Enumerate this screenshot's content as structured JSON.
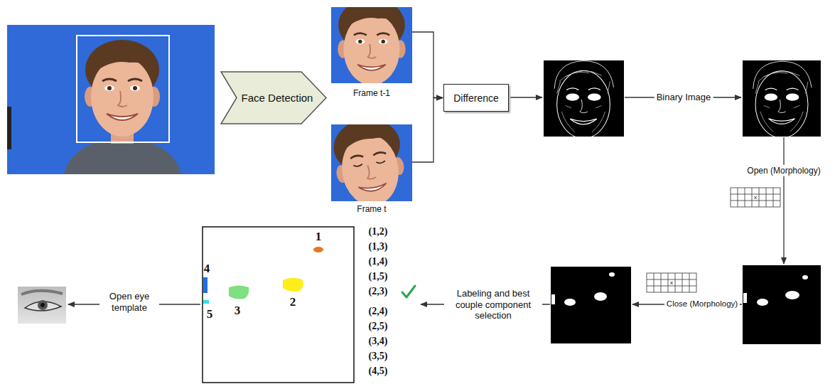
{
  "diagram": {
    "nodes": [
      {
        "text": [
          "Face Detection"
        ]
      },
      {
        "text": [
          "Frame t-1"
        ]
      },
      {
        "text": [
          "Frame t"
        ]
      },
      {
        "text": [
          "Difference"
        ]
      }
    ],
    "edges": [
      {
        "from": 1,
        "to": 3,
        "arrow": "to"
      },
      {
        "from": 2,
        "to": 3,
        "arrow": "to"
      }
    ],
    "labels": [
      "Binary Image",
      "Open (Morphology)",
      "x",
      "x",
      "Close (Morphology)",
      "Labeling and best couple component selection",
      "1",
      "4",
      "3",
      "2",
      "5",
      "(1,2)",
      "(1,3)",
      "(1,4)",
      "(1,5)",
      "(2,3)",
      "(2,4)",
      "(2,5)",
      "(3,4)",
      "(3,5)",
      "(4,5)",
      "Open eye template"
    ]
  }
}
